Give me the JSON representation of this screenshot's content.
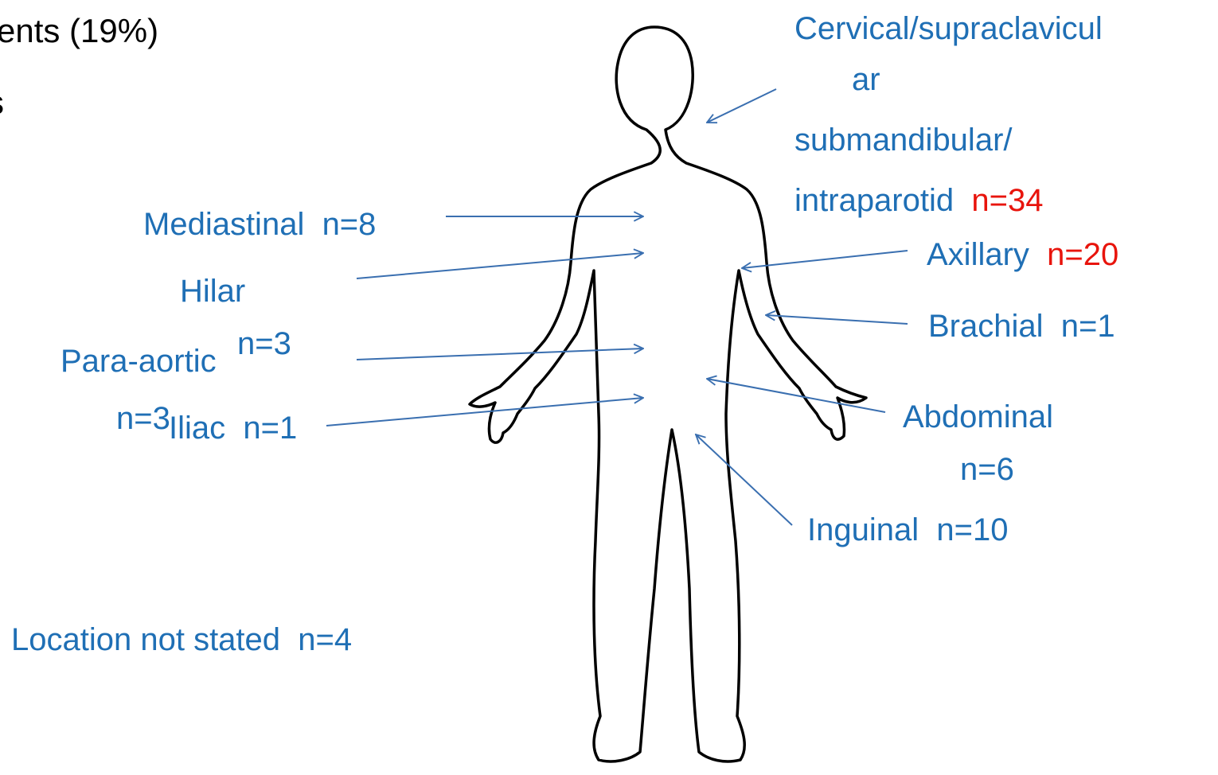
{
  "colors": {
    "label": "#1F6FB5",
    "highlight": "#E8140C",
    "arrow": "#3A6FB0",
    "text": "#000000"
  },
  "header": {
    "line1": "ents (19%)",
    "line2": "s"
  },
  "figure_icon": "human-body-outline",
  "labels": {
    "cervical": {
      "line1": "Cervical/supraclavicul",
      "line2": "ar",
      "line3": "submandibular/",
      "line4": "intraparotid",
      "count": "n=34"
    },
    "mediastinal": {
      "text": "Mediastinal",
      "count": "n=8"
    },
    "hilar": {
      "text": "Hilar",
      "count": "n=3"
    },
    "para_aortic": {
      "text": "Para-aortic",
      "count": "n=3"
    },
    "iliac": {
      "text": "Iliac",
      "count": "n=1"
    },
    "axillary": {
      "text": "Axillary",
      "count": "n=20"
    },
    "brachial": {
      "text": "Brachial",
      "count": "n=1"
    },
    "abdominal": {
      "text": "Abdominal",
      "count": "n=6"
    },
    "inguinal": {
      "text": "Inguinal",
      "count": "n=10"
    },
    "not_stated": {
      "text": "Location not stated",
      "count": "n=4"
    }
  }
}
